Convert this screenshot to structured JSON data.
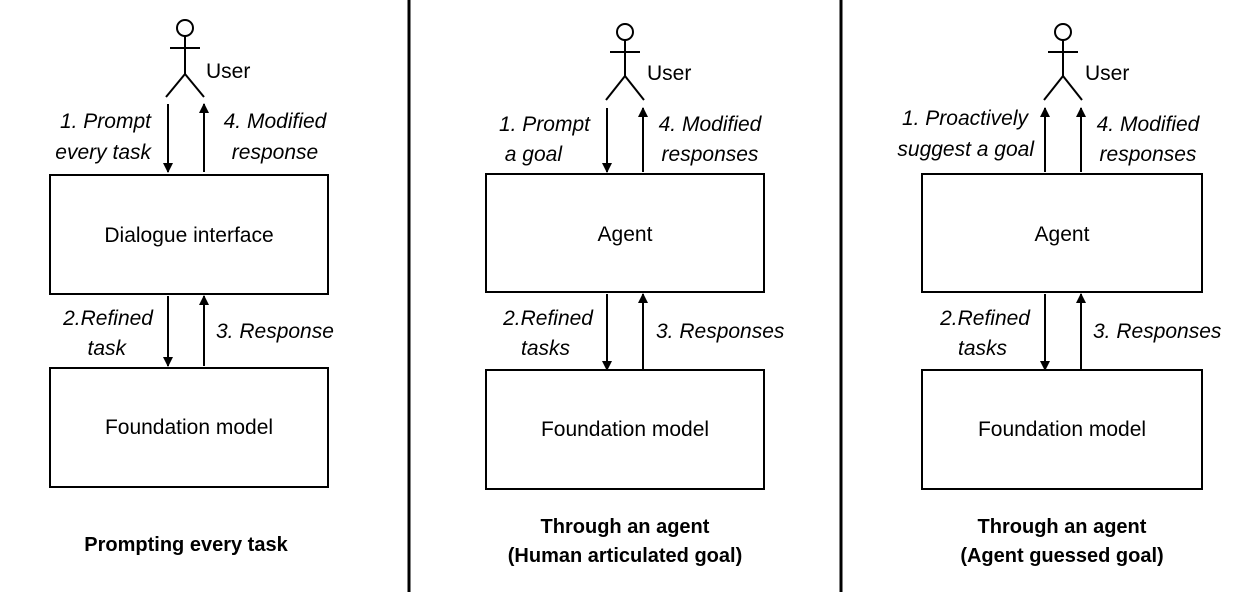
{
  "panels": [
    {
      "user_label": "User",
      "top_box_label": "Dialogue interface",
      "bottom_box_label": "Foundation model",
      "arrow1": [
        "1. Prompt",
        "every task"
      ],
      "arrow4": [
        "4. Modified",
        "response"
      ],
      "arrow2": [
        "2.Refined",
        "task"
      ],
      "arrow3": [
        "3. Response"
      ],
      "caption": [
        "Prompting every task"
      ]
    },
    {
      "user_label": "User",
      "top_box_label": "Agent",
      "bottom_box_label": "Foundation model",
      "arrow1": [
        "1. Prompt",
        "a goal"
      ],
      "arrow4": [
        "4. Modified",
        "responses"
      ],
      "arrow2": [
        "2.Refined",
        "tasks"
      ],
      "arrow3": [
        "3. Responses"
      ],
      "caption": [
        "Through an agent",
        "(Human articulated goal)"
      ]
    },
    {
      "user_label": "User",
      "top_box_label": "Agent",
      "bottom_box_label": "Foundation model",
      "arrow1": [
        "1. Proactively",
        "suggest a goal"
      ],
      "arrow4": [
        "4. Modified",
        "responses"
      ],
      "arrow2": [
        "2.Refined",
        "tasks"
      ],
      "arrow3": [
        "3. Responses"
      ],
      "caption": [
        "Through an agent",
        "(Agent guessed goal)"
      ]
    }
  ]
}
